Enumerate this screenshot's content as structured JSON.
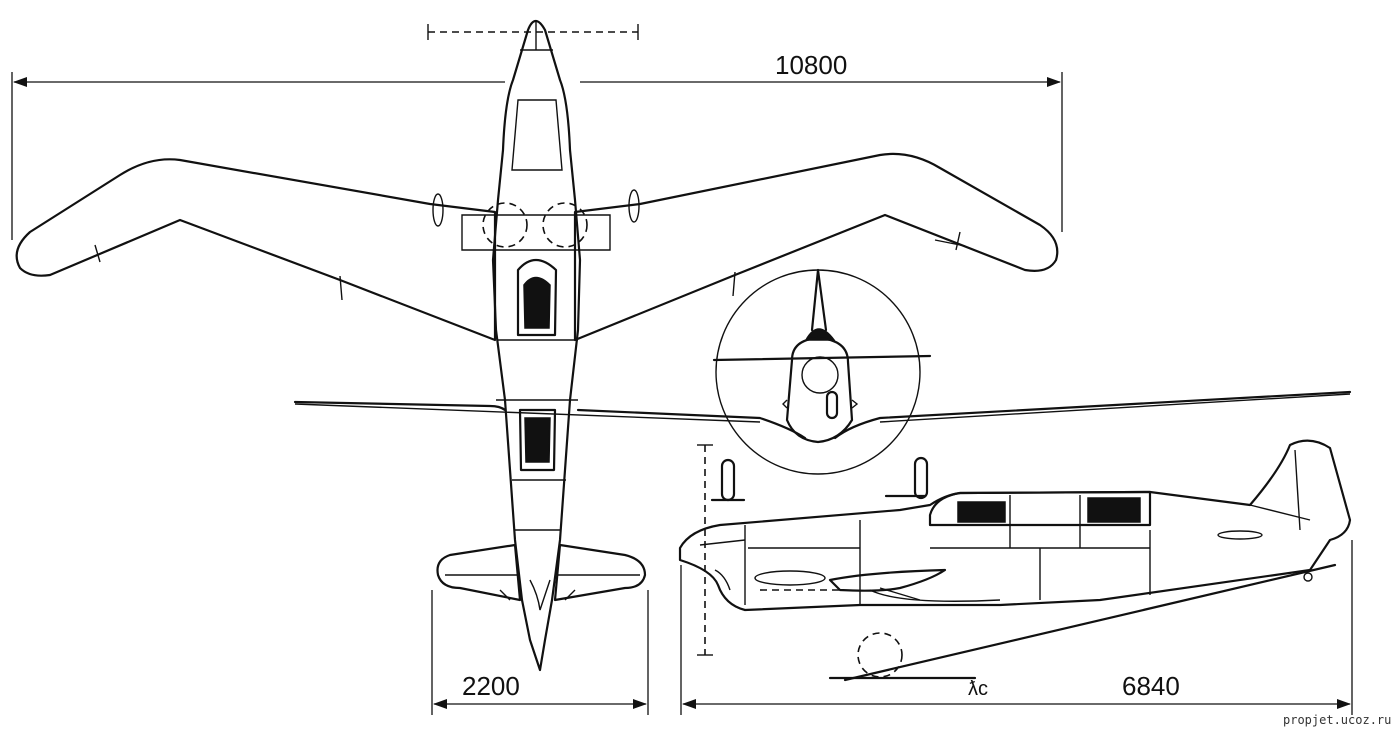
{
  "dimensions": {
    "wingspan": "10800",
    "tailplane_span": "2200",
    "length": "6840"
  },
  "annotations": {
    "cg_mark": "ƛc"
  },
  "watermark": "propjet.ucoz.ru",
  "colors": {
    "ink": "#111111",
    "paper": "#ffffff"
  }
}
